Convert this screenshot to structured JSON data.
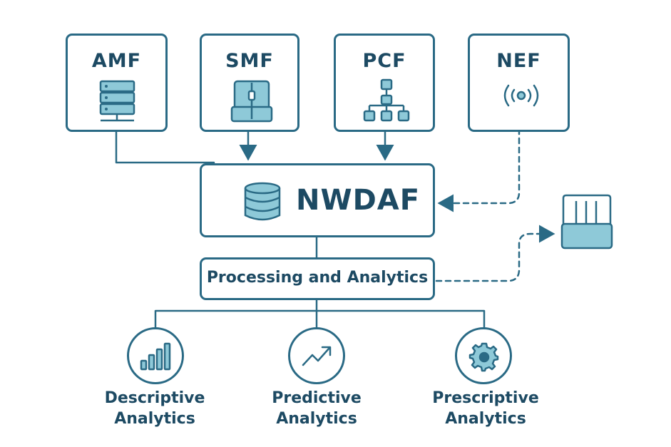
{
  "network_functions": [
    {
      "label": "AMF",
      "icon": "server-icon"
    },
    {
      "label": "SMF",
      "icon": "session-switch-icon"
    },
    {
      "label": "PCF",
      "icon": "hierarchy-icon"
    },
    {
      "label": "NEF",
      "icon": "signal-broadcast-icon"
    }
  ],
  "nwdaf": {
    "title": "NWDAF",
    "icon": "database-icon"
  },
  "processing": {
    "label": "Processing and Analytics"
  },
  "external_device": {
    "icon": "router-device-icon"
  },
  "analytics": [
    {
      "line1": "Descriptive",
      "line2": "Analytics",
      "icon": "bar-chart-icon"
    },
    {
      "line1": "Predictive",
      "line2": "Analytics",
      "icon": "trend-up-icon"
    },
    {
      "line1": "Prescriptive",
      "line2": "Analytics",
      "icon": "gear-icon"
    }
  ],
  "colors": {
    "stroke": "#2a6a85",
    "fill": "#8ec9d8",
    "text": "#1d4a63"
  }
}
